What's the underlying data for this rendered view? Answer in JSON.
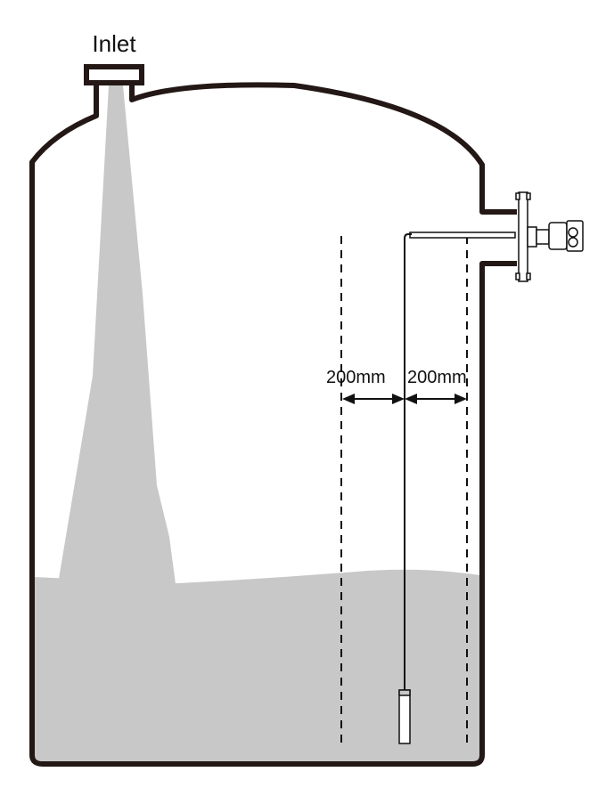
{
  "diagram": {
    "inlet_label": "Inlet",
    "left_distance_label": "200mm",
    "right_distance_label": "200mm",
    "colors": {
      "outline": "#231815",
      "material": "#c8c8c8"
    }
  }
}
